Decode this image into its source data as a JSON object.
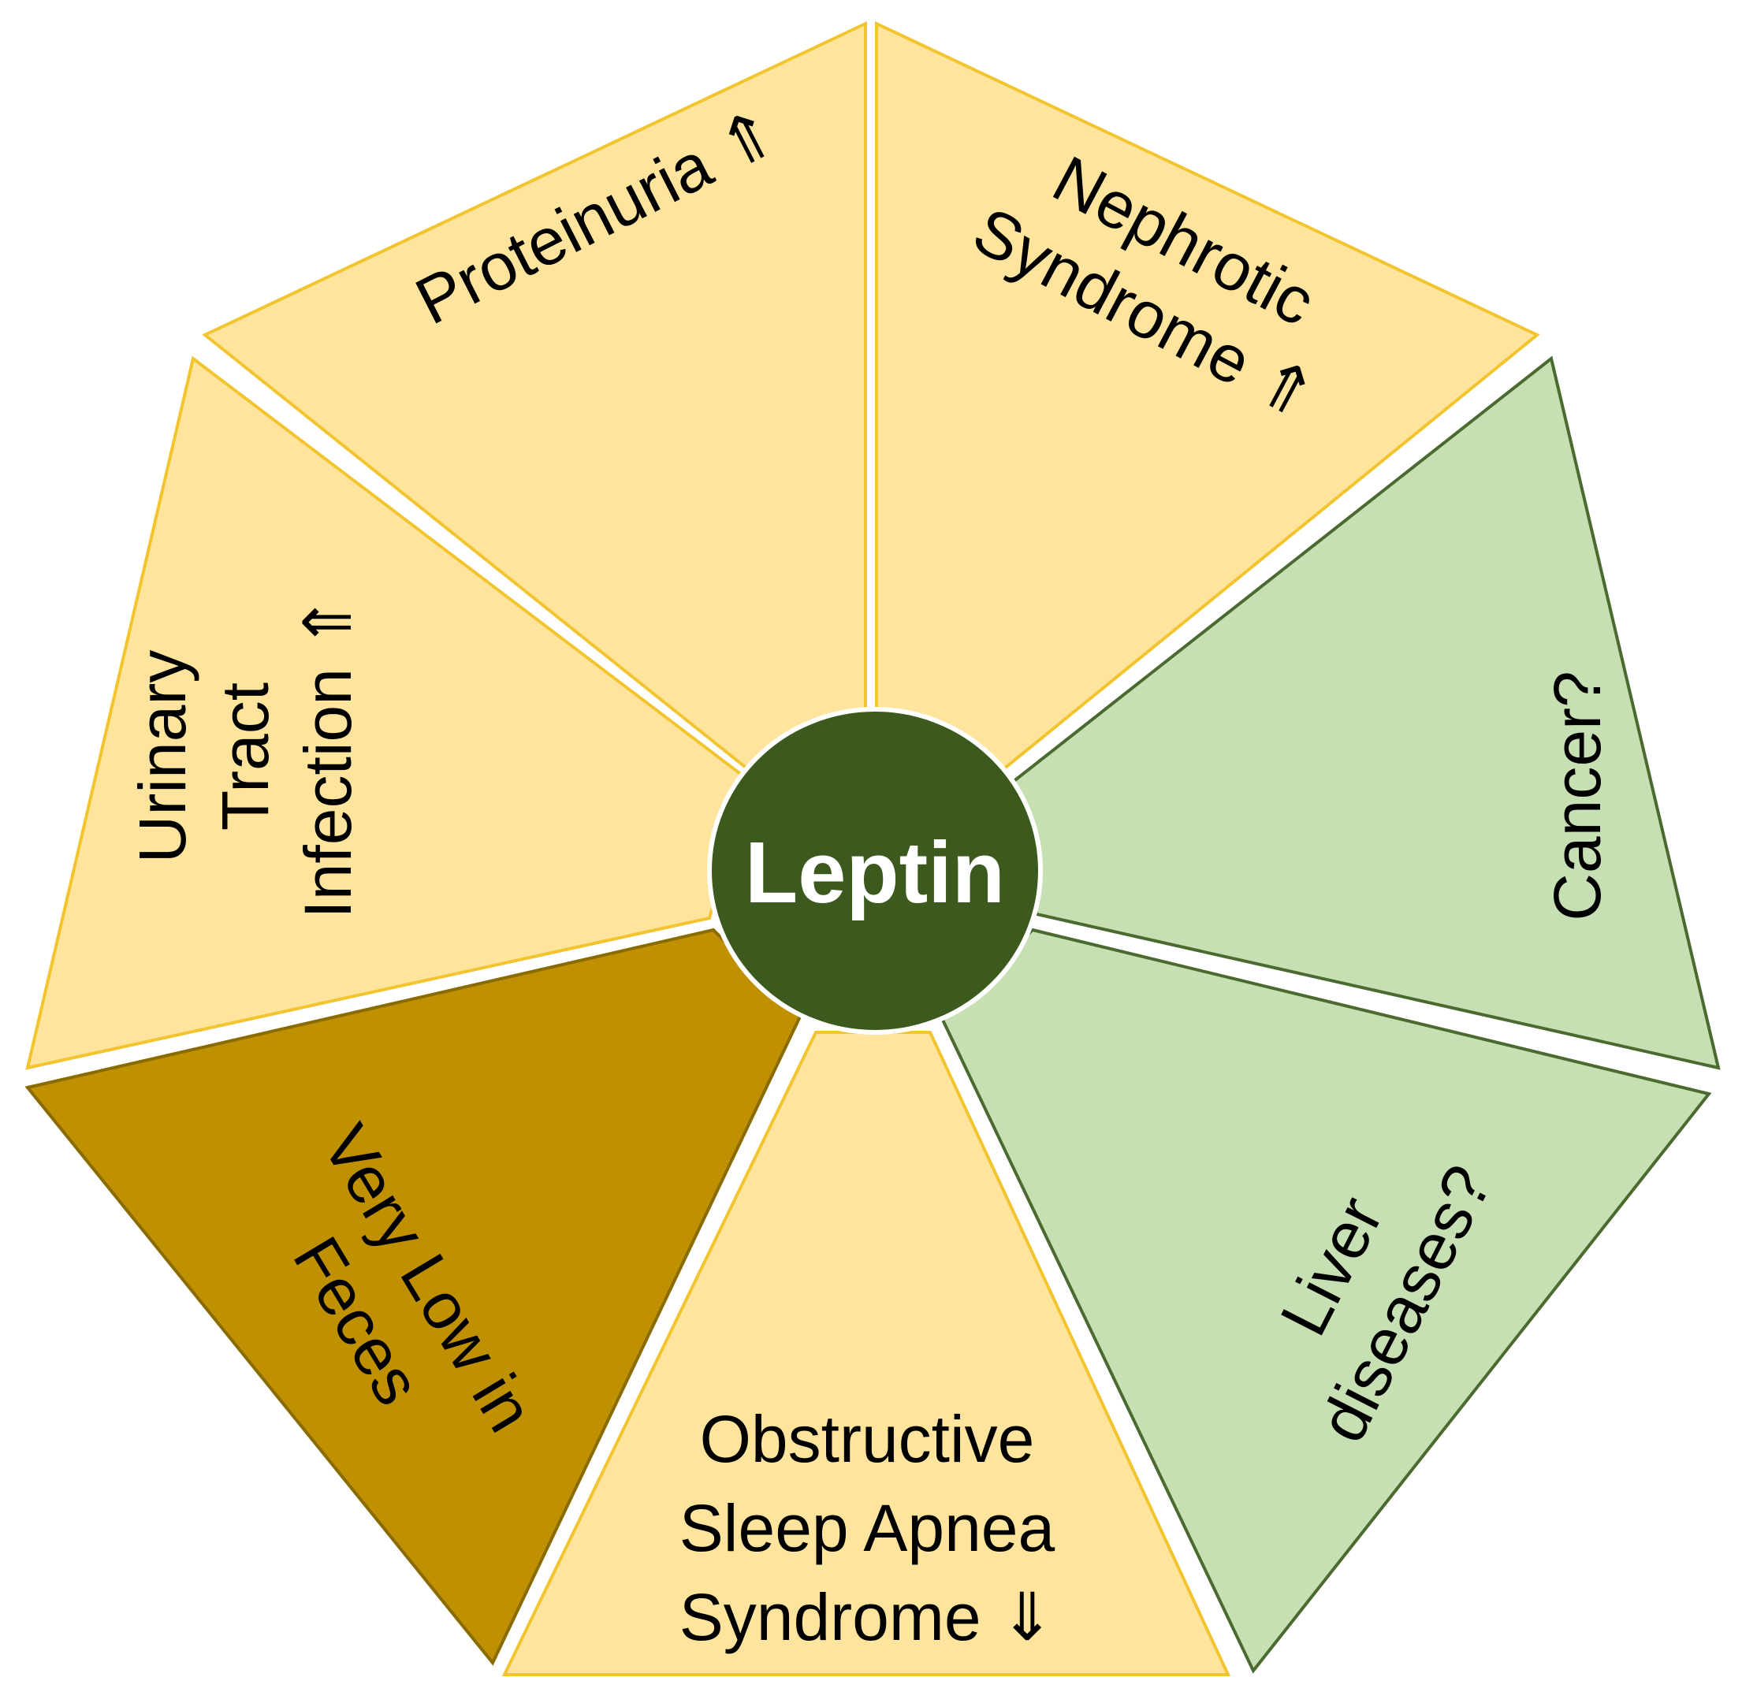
{
  "center": {
    "label": "Leptin",
    "fill": "#3d5a1e"
  },
  "colors": {
    "yellow_fill": "#fee49c",
    "yellow_stroke": "#f2c42e",
    "green_fill": "#c6e0b4",
    "green_stroke": "#4a6a2f",
    "dark_fill": "#bf9000",
    "dark_stroke": "#8a6b00"
  },
  "segments": [
    {
      "id": "proteinuria",
      "theme": "yellow",
      "lines": [
        "Proteinuria ⇑"
      ]
    },
    {
      "id": "nephrotic-syndrome",
      "theme": "yellow",
      "lines": [
        "Nephrotic",
        "Syndrome ⇑"
      ]
    },
    {
      "id": "cancer",
      "theme": "green",
      "lines": [
        "Cancer?"
      ]
    },
    {
      "id": "liver-diseases",
      "theme": "green",
      "lines": [
        "Liver",
        "diseases?"
      ]
    },
    {
      "id": "obstructive-sleep-apnea",
      "theme": "yellow",
      "lines": [
        "Obstructive",
        "Sleep Apnea",
        "Syndrome ⇓"
      ]
    },
    {
      "id": "very-low-in-feces",
      "theme": "dark",
      "lines": [
        "Very Low in",
        "Feces"
      ]
    },
    {
      "id": "urinary-tract-infection",
      "theme": "yellow",
      "lines": [
        "Urinary",
        "Tract",
        "Infection ⇑"
      ]
    }
  ]
}
